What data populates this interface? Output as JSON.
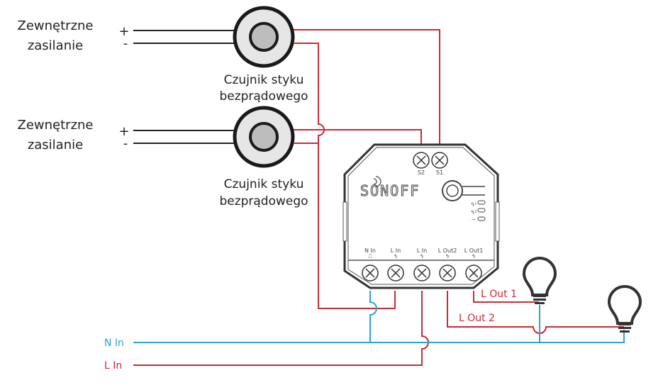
{
  "diagram": {
    "title": "Sonoff dual relay wiring with dry contact sensors",
    "colors": {
      "black_wire": "#222222",
      "red_wire": "#cc2a36",
      "blue_wire": "#2aa3d4",
      "sensor_ring": "#e6e6e6",
      "sensor_core": "#bdbdbd"
    },
    "sensors": [
      {
        "power_label_line1": "Zewnętrzne",
        "power_label_line2": "zasilanie",
        "plus": "+",
        "minus": "-",
        "name_line1": "Czujnik styku",
        "name_line2": "bezprądowego"
      },
      {
        "power_label_line1": "Zewnętrzne",
        "power_label_line2": "zasilanie",
        "plus": "+",
        "minus": "-",
        "name_line1": "Czujnik styku",
        "name_line2": "bezprądowego"
      }
    ],
    "device": {
      "brand": "SONOFF",
      "top_terminals": [
        "S2",
        "S1"
      ],
      "bottom_terminals": [
        "N In",
        "L In",
        "L In",
        "L Out2",
        "L Out1"
      ],
      "indicators": [
        "1",
        "2",
        "wifi"
      ]
    },
    "wires": {
      "n_in": "N In",
      "l_in": "L In",
      "l_out1": "L Out  1",
      "l_out2": "L Out 2"
    },
    "loads": [
      "bulb-1",
      "bulb-2"
    ]
  }
}
